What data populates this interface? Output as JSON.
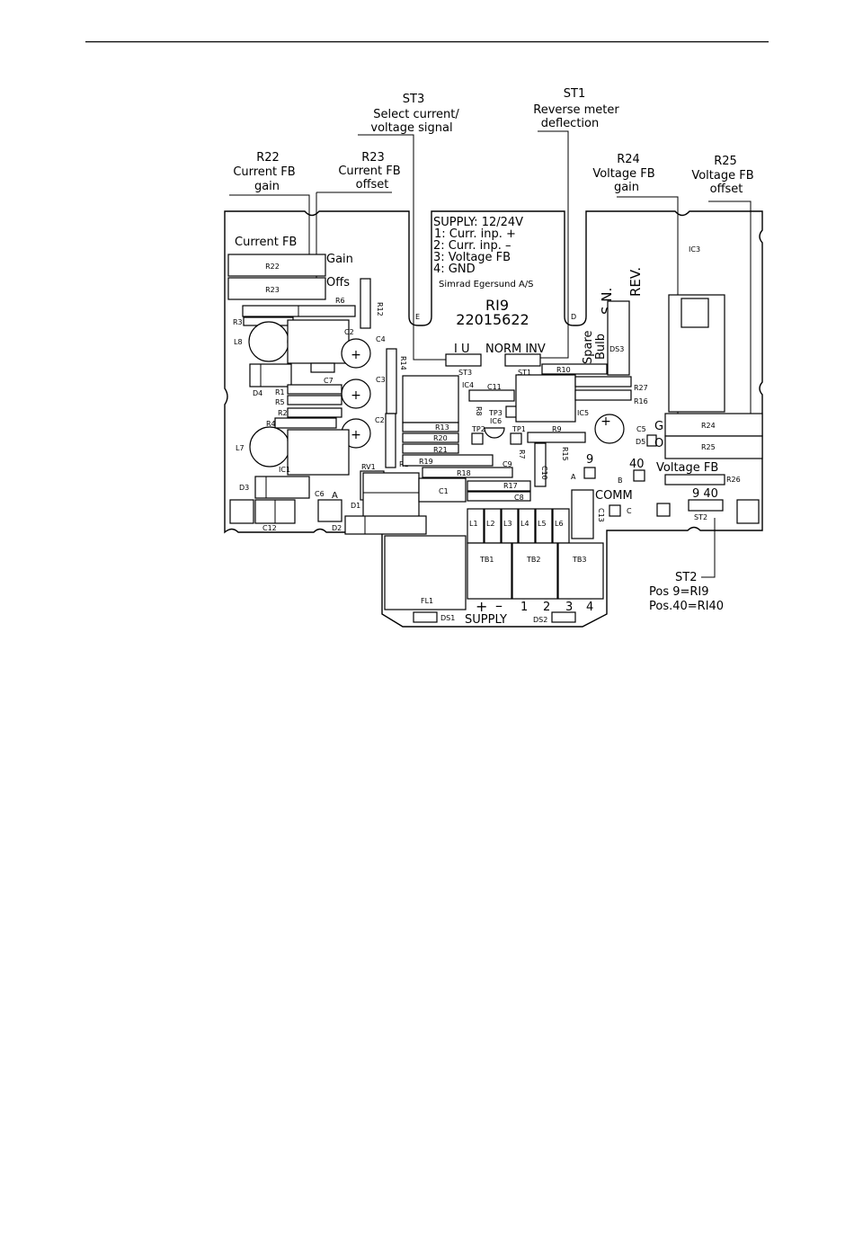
{
  "callouts": {
    "st3": {
      "title": "ST3",
      "line1": "Select current/",
      "line2": "voltage signal"
    },
    "st1": {
      "title": "ST1",
      "line1": "Reverse meter",
      "line2": "deflection"
    },
    "r22": {
      "title": "R22",
      "line1": "Current FB",
      "line2": "gain"
    },
    "r23": {
      "title": "R23",
      "line1": "Current FB",
      "line2": "offset"
    },
    "r24": {
      "title": "R24",
      "line1": "Voltage FB",
      "line2": "gain"
    },
    "r25": {
      "title": "R25",
      "line1": "Voltage FB",
      "line2": "offset"
    },
    "st2": {
      "title": "ST2",
      "line1": "Pos  9=RI9",
      "line2": "Pos.40=RI40"
    }
  },
  "center_label": {
    "supply": "SUPPLY: 12/24V",
    "pin1": "1: Curr. inp.  +",
    "pin2": "2: Curr. inp.  –",
    "pin3": "3: Voltage  FB",
    "pin4": "4: GND",
    "maker": "Simrad Egersund A/S",
    "model": "RI9",
    "part_number": "22015622"
  },
  "board_text": {
    "current_fb": "Current FB",
    "gain": "Gain",
    "offs": "Offs",
    "voltage_fb": "Voltage FB",
    "jumper_st3": "I  U",
    "jumper_st1": "NORM  INV",
    "sn": "S.N.",
    "rev": "REV.",
    "spare": "Spare",
    "bulb": "Bulb",
    "comm": "COMM",
    "supply": "SUPPLY",
    "plus": "+",
    "minus": "–",
    "t1": "1",
    "t2": "2",
    "t3": "3",
    "t4": "4",
    "pos9": "9",
    "pos40": "40",
    "st2_pos": "9 40",
    "pot_g": "G",
    "pot_o": "O",
    "mark_e": "E",
    "mark_d": "D",
    "test_a": "A",
    "test_b": "B",
    "test_c": "C"
  },
  "components": {
    "R22": "R22",
    "R23": "R23",
    "R24": "R24",
    "R25": "R25",
    "R26": "R26",
    "R27": "R27",
    "R1": "R1",
    "R2": "R2",
    "R3": "R3",
    "R4": "R4",
    "R5": "R5",
    "R6": "R6",
    "R7": "R7",
    "R8": "R8",
    "R9": "R9",
    "R10": "R10",
    "R12": "R12",
    "R13": "R13",
    "R14": "R14",
    "R15": "R15",
    "R16": "R16",
    "R17": "R17",
    "R18": "R18",
    "R19": "R19",
    "R20": "R20",
    "R21": "R21",
    "RV1": "RV1",
    "C1": "C1",
    "C2": "C2",
    "C2b": "C2",
    "C3": "C3",
    "C4": "C4",
    "C5": "C5",
    "C6": "C6",
    "C7": "C7",
    "C8": "C8",
    "C9": "C9",
    "C10": "C10",
    "C11": "C11",
    "C12": "C12",
    "C13": "C13",
    "IC1": "IC1",
    "IC3": "IC3",
    "IC4": "IC4",
    "IC5": "IC5",
    "IC6": "IC6",
    "L1": "L1",
    "L2": "L2",
    "L3": "L3",
    "L4": "L4",
    "L5": "L5",
    "L6": "L6",
    "L7": "L7",
    "L8": "L8",
    "D1": "D1",
    "D2": "D2",
    "D3": "D3",
    "D4": "D4",
    "D5": "D5",
    "DS1": "DS1",
    "DS2": "DS2",
    "DS3": "DS3",
    "TB1": "TB1",
    "TB2": "TB2",
    "TB3": "TB3",
    "TP1": "TP1",
    "TP2": "TP2",
    "TP3": "TP3",
    "ST1": "ST1",
    "ST2": "ST2",
    "ST3": "ST3",
    "FL1": "FL1"
  }
}
